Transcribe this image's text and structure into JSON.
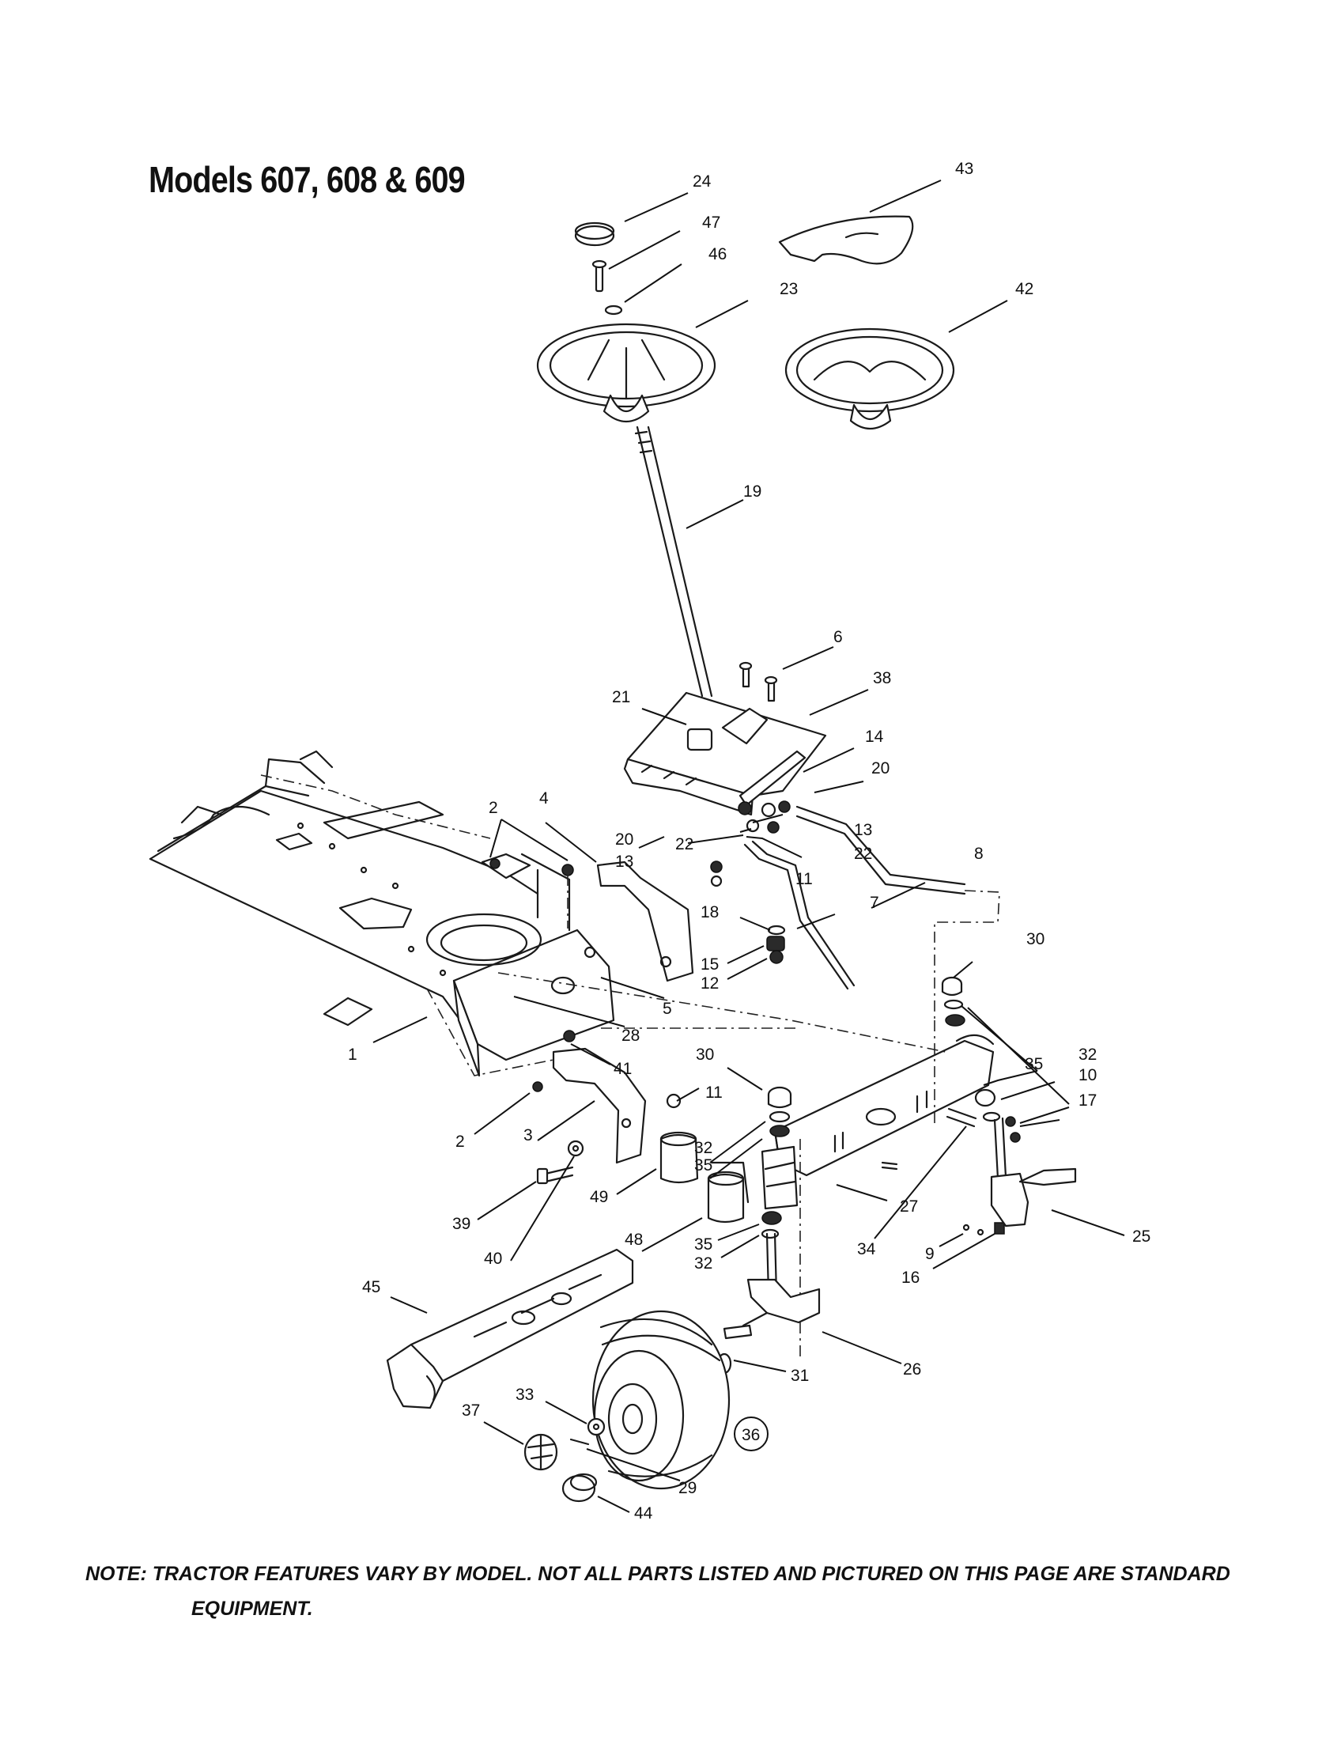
{
  "title": "Models 607, 608 & 609",
  "note": {
    "line1": "NOTE: TRACTOR FEATURES VARY BY MODEL. NOT ALL PARTS LISTED AND PICTURED ON THIS PAGE ARE STANDARD",
    "line2": "EQUIPMENT."
  },
  "callouts": {
    "c24": "24",
    "c43": "43",
    "c47": "47",
    "c46": "46",
    "c23": "23",
    "c42": "42",
    "c19": "19",
    "c6": "6",
    "c38": "38",
    "c21": "21",
    "c14": "14",
    "c20a": "20",
    "c8": "8",
    "c2a": "2",
    "c4": "4",
    "c20b": "20",
    "c13a": "13",
    "c22a": "22",
    "c13b": "13",
    "c22b": "22",
    "c11a": "11",
    "c18": "18",
    "c7": "7",
    "c15": "15",
    "c12": "12",
    "c5": "5",
    "c28": "28",
    "c1": "1",
    "c30a": "30",
    "c41": "41",
    "c30b": "30",
    "c35a": "35",
    "c32a": "32",
    "c10": "10",
    "c17": "17",
    "c2b": "2",
    "c3": "3",
    "c11b": "11",
    "c32b": "32",
    "c35b": "35",
    "c49": "49",
    "c39": "39",
    "c40": "40",
    "c48": "48",
    "c27": "27",
    "c35c": "35",
    "c32c": "32",
    "c34": "34",
    "c9": "9",
    "c16": "16",
    "c25": "25",
    "c45": "45",
    "c31": "31",
    "c26": "26",
    "c33": "33",
    "c37": "37",
    "c36": "36",
    "c29": "29",
    "c44": "44"
  }
}
